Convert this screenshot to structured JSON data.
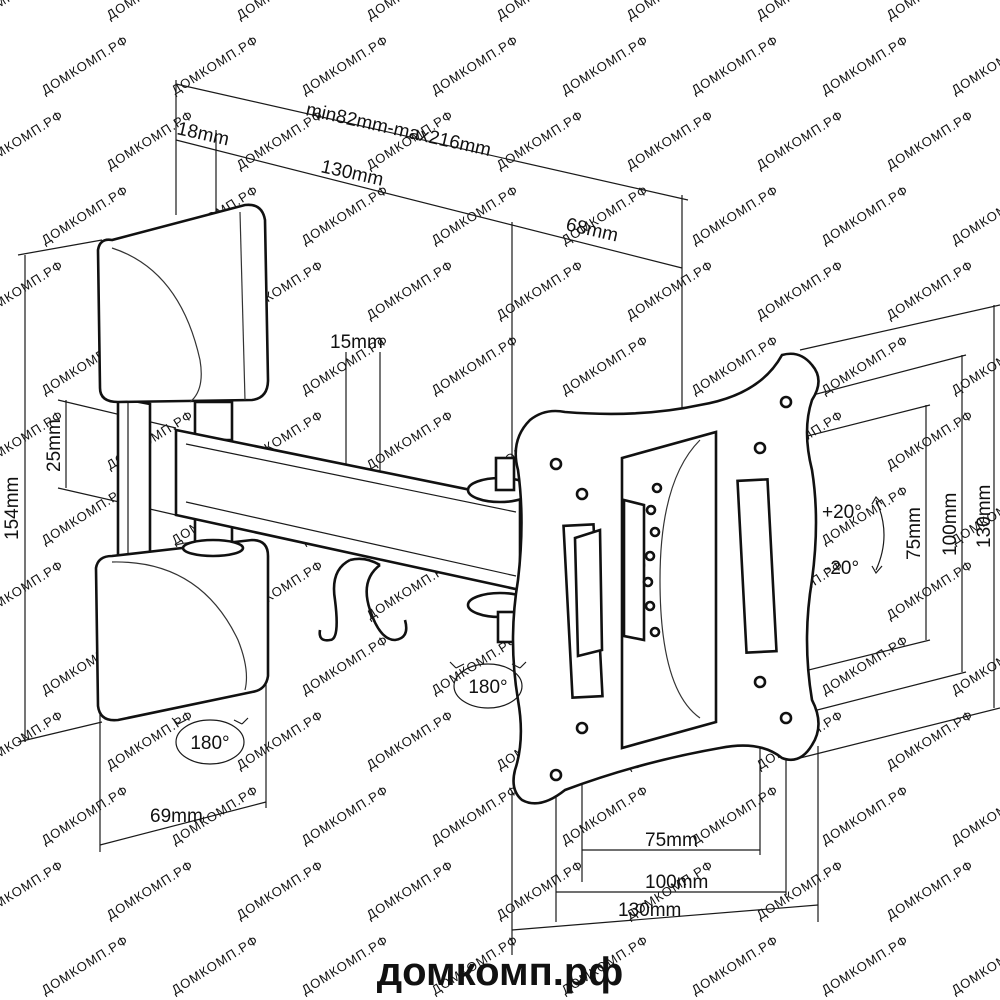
{
  "watermark": "ДОМКОМП.РФ",
  "brand": "домкомп.рф",
  "dimensions": {
    "reach": "min82mm-max216mm",
    "wall_offset": "18mm",
    "arm_length": "130mm",
    "plate_offset": "68mm",
    "arm_height": "25mm",
    "arm_gap": "15mm",
    "total_height": "154mm",
    "base_width": "69mm",
    "vesa_w_75": "75mm",
    "vesa_w_100": "100mm",
    "vesa_w_130": "130mm",
    "vesa_h_75": "75mm",
    "vesa_h_100": "100mm",
    "vesa_h_130": "130mm"
  },
  "rotation": {
    "base": "180°",
    "arm": "180°",
    "tilt_up": "+20°",
    "tilt_down": "-20°"
  }
}
